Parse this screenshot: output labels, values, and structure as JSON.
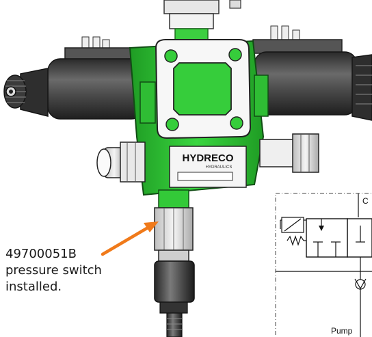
{
  "callout": {
    "part_number": "49700051B",
    "line2": "pressure switch",
    "line3": "installed."
  },
  "valve": {
    "brand_logo_text": "HYDRECO",
    "brand_sub_text": "HYDRAULICS"
  },
  "schematic": {
    "port_c_label": "C",
    "pump_label": "Pump"
  },
  "colors": {
    "body_green": "#35d13a",
    "callout_arrow": "#f07a1a",
    "solenoid_dark": "#3e3e3e"
  }
}
